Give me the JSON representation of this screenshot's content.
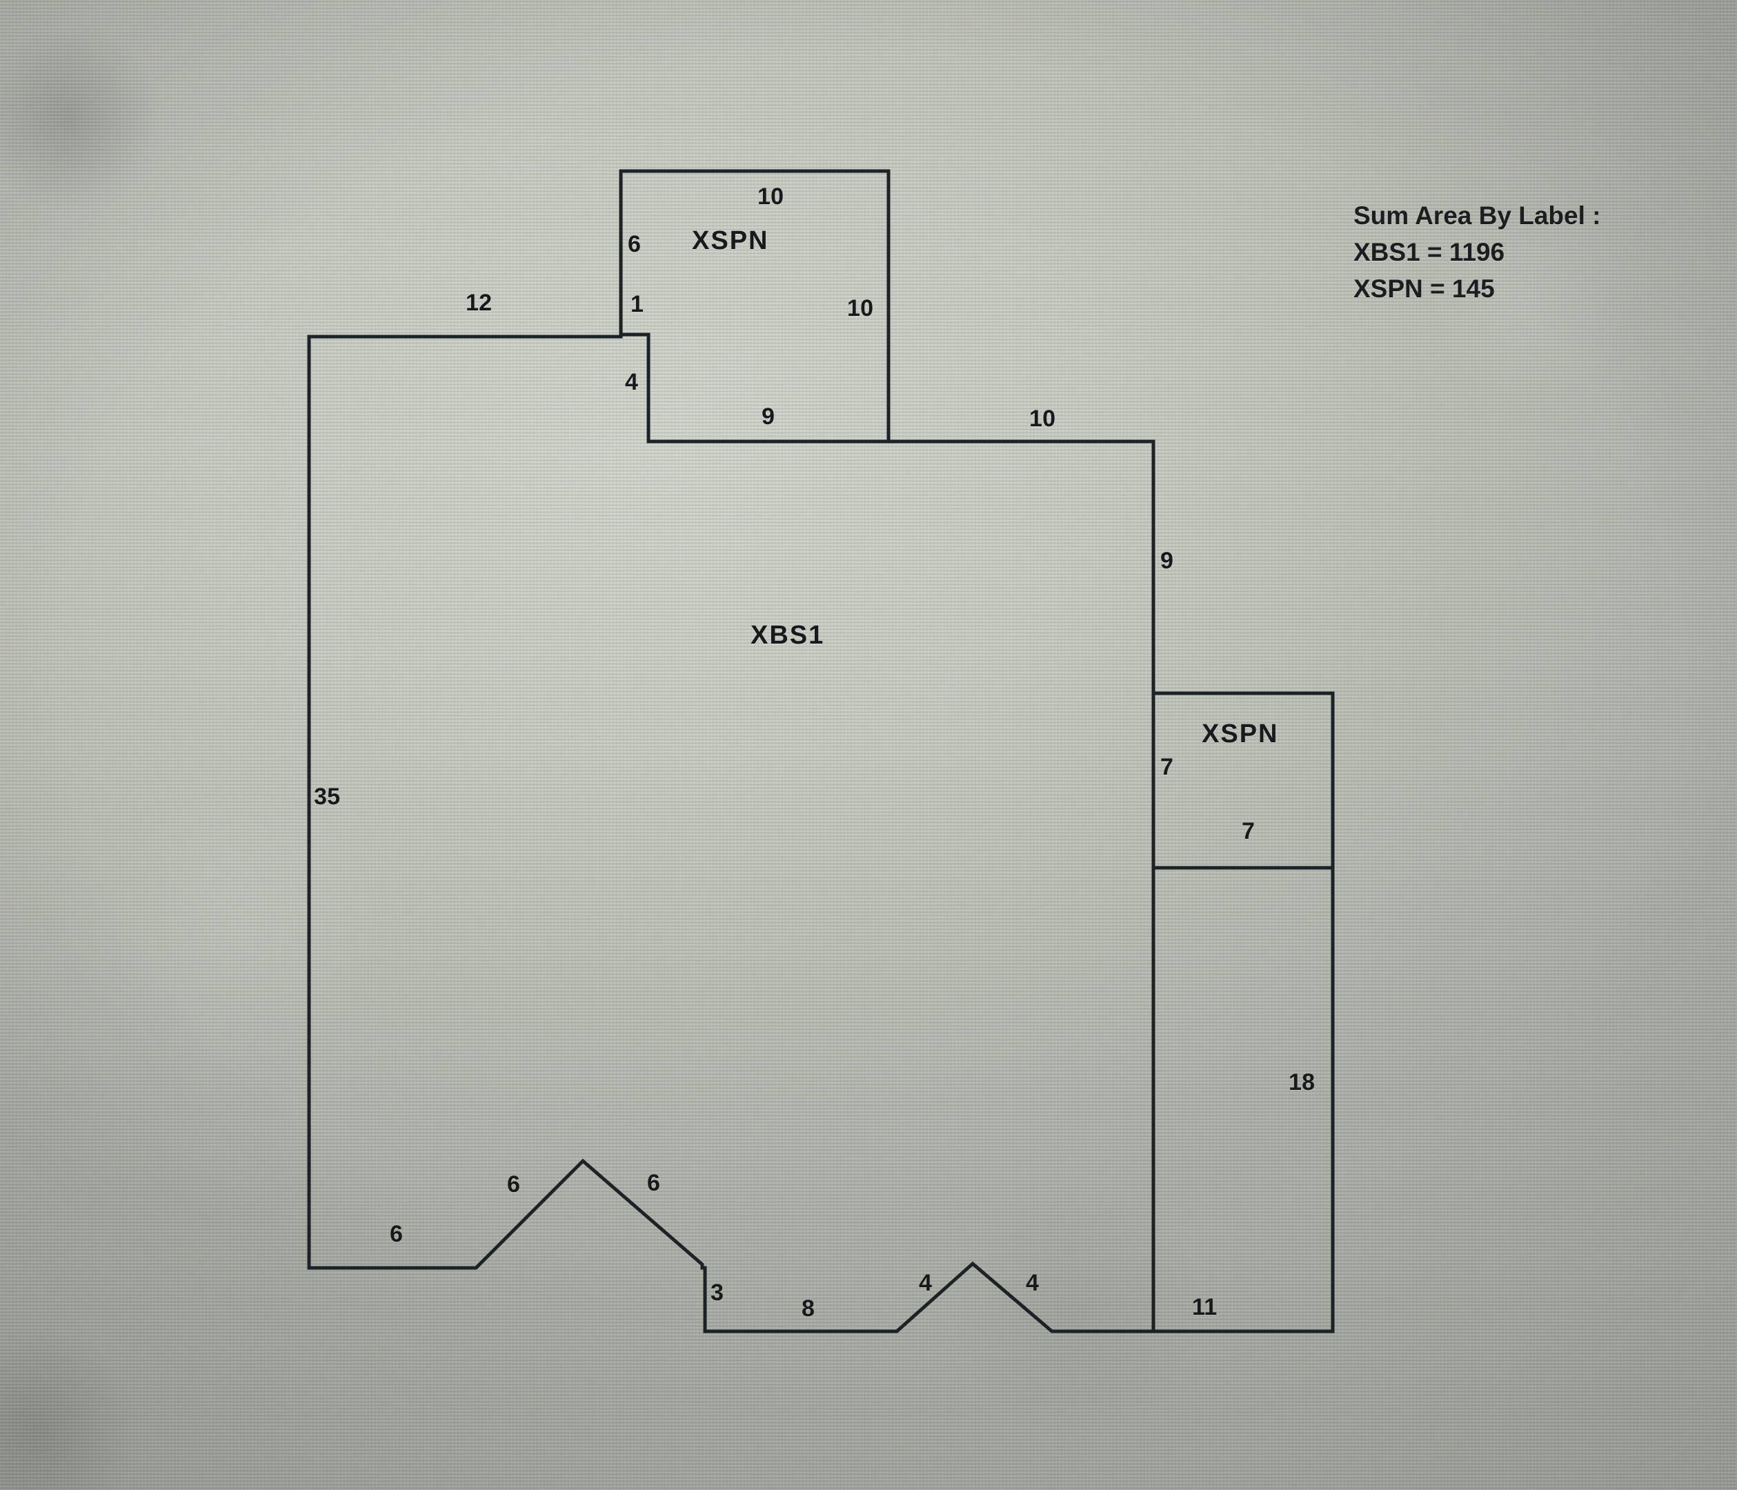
{
  "summary": {
    "heading": "Sum Area By Label :",
    "entries": [
      {
        "label": "XBS1",
        "text": "XBS1 = 1196"
      },
      {
        "label": "XSPN",
        "text": "XSPN = 145"
      }
    ]
  },
  "shapes": {
    "top_rect_label": "XSPN",
    "main_label": "XBS1",
    "right_rect_label": "XSPN"
  },
  "dimensions": {
    "top_rect_top": "10",
    "top_rect_left": "6",
    "top_rect_right": "10",
    "notch_left_short": "1",
    "notch_step": "4",
    "notch_bottom": "9",
    "main_top_left": "12",
    "main_top_right": "10",
    "main_left": "35",
    "right_upper": "9",
    "right_rect_left": "7",
    "right_rect_bottom": "7",
    "right_lower": "18",
    "bottom_left_run": "6",
    "peak_left": "6",
    "peak_right": "6",
    "drop_3": "3",
    "flat_8": "8",
    "peak2_left": "4",
    "peak2_right": "4",
    "bottom_right_run": "11"
  },
  "colors": {
    "line": "#1d2226",
    "text": "#17191c",
    "background": "#c2c5bc"
  },
  "chart_data": {
    "type": "diagram",
    "title": "Sum Area By Label",
    "polygons": [
      {
        "name": "XSPN-top",
        "label": "XSPN",
        "edges": [
          {
            "value": 10,
            "orientation": "horizontal",
            "position": "top"
          },
          {
            "value": 10,
            "orientation": "vertical",
            "position": "right"
          },
          {
            "value": 9,
            "orientation": "horizontal",
            "position": "bottom"
          },
          {
            "value": 4,
            "orientation": "vertical",
            "position": "left-lower"
          },
          {
            "value": 1,
            "orientation": "vertical",
            "position": "left-mid"
          },
          {
            "value": 6,
            "orientation": "vertical",
            "position": "left-upper"
          }
        ]
      },
      {
        "name": "XBS1-main",
        "label": "XBS1",
        "edges": [
          {
            "value": 12,
            "orientation": "horizontal",
            "position": "top-left"
          },
          {
            "value": 10,
            "orientation": "horizontal",
            "position": "top-right"
          },
          {
            "value": 9,
            "orientation": "vertical",
            "position": "right-upper"
          },
          {
            "value": 18,
            "orientation": "vertical",
            "position": "right-lower"
          },
          {
            "value": 11,
            "orientation": "horizontal",
            "position": "bottom-right"
          },
          {
            "value": 4,
            "orientation": "diagonal",
            "position": "peak2-right"
          },
          {
            "value": 4,
            "orientation": "diagonal",
            "position": "peak2-left"
          },
          {
            "value": 8,
            "orientation": "horizontal",
            "position": "bottom-mid"
          },
          {
            "value": 3,
            "orientation": "vertical",
            "position": "drop"
          },
          {
            "value": 6,
            "orientation": "diagonal",
            "position": "peak1-right"
          },
          {
            "value": 6,
            "orientation": "diagonal",
            "position": "peak1-left"
          },
          {
            "value": 6,
            "orientation": "horizontal",
            "position": "bottom-left"
          },
          {
            "value": 35,
            "orientation": "vertical",
            "position": "left"
          }
        ]
      },
      {
        "name": "XSPN-right",
        "label": "XSPN",
        "edges": [
          {
            "value": 7,
            "orientation": "vertical",
            "position": "left"
          },
          {
            "value": 7,
            "orientation": "horizontal",
            "position": "bottom"
          }
        ]
      }
    ],
    "areas": {
      "XBS1": 1196,
      "XSPN": 145
    }
  }
}
